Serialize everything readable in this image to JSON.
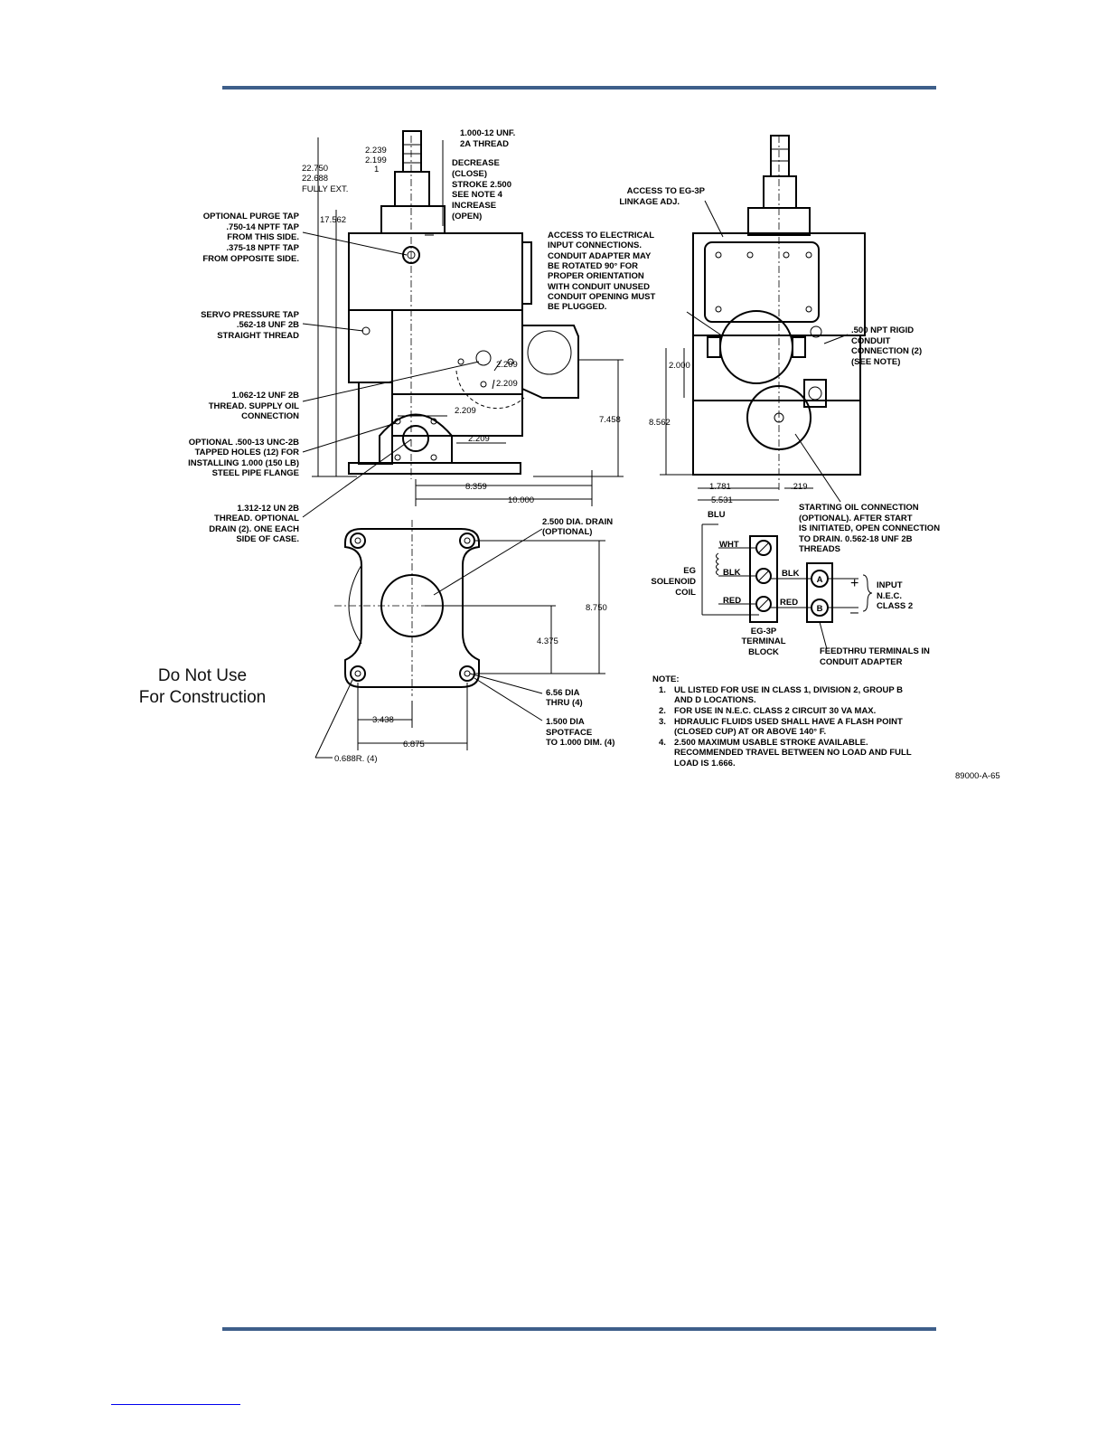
{
  "watermark": [
    "Do Not Use",
    "For Construction"
  ],
  "figure_id": "89000-A-65",
  "side_view": {
    "callouts": {
      "top_thread": [
        "1.000-12 UNF.",
        "2A THREAD"
      ],
      "direction": [
        "DECREASE",
        "(CLOSE)",
        "STROKE 2.500",
        "SEE NOTE 4",
        "INCREASE",
        "(OPEN)"
      ],
      "purge_tap": [
        "OPTIONAL PURGE TAP",
        ".750-14 NPTF TAP",
        "FROM THIS SIDE.",
        ".375-18 NPTF TAP",
        "FROM OPPOSITE SIDE."
      ],
      "servo_tap": [
        "SERVO PRESSURE TAP",
        ".562-18 UNF 2B",
        "STRAIGHT THREAD"
      ],
      "supply_oil": [
        "1.062-12 UNF 2B",
        "THREAD. SUPPLY OIL",
        "CONNECTION"
      ],
      "tapped_holes": [
        "OPTIONAL .500-13 UNC-2B",
        "TAPPED HOLES (12) FOR",
        "INSTALLING 1.000 (150 LB)",
        "STEEL PIPE FLANGE"
      ],
      "drain_thread": [
        "1.312-12 UN 2B",
        "THREAD. OPTIONAL",
        "DRAIN (2). ONE EACH",
        "SIDE OF CASE."
      ]
    },
    "dims": {
      "d_2239": "2.239",
      "d_2199": "2.199",
      "d_1": "1",
      "d_22750": "22.750",
      "d_22688": "22.688",
      "fully_ext": "FULLY EXT.",
      "d_17562": "17.562",
      "d_2209a": "2.209",
      "d_2209b": "2.209",
      "d_2209c": "2.209",
      "d_2209d": "2.209",
      "d_7458": "7.458",
      "d_8359": "8.359",
      "d_10000": "10.000"
    }
  },
  "front_view": {
    "callouts": {
      "linkage": [
        "ACCESS TO EG-3P",
        "LINKAGE ADJ."
      ],
      "electrical": [
        "ACCESS TO ELECTRICAL",
        "INPUT CONNECTIONS.",
        "CONDUIT ADAPTER MAY",
        "BE ROTATED 90° FOR",
        "PROPER ORIENTATION",
        "WITH CONDUIT UNUSED",
        "CONDUIT OPENING MUST",
        "BE PLUGGED."
      ],
      "conduit": [
        ".500 NPT RIGID",
        "CONDUIT",
        "CONNECTION (2)",
        "(SEE NOTE)"
      ],
      "starting_oil": [
        "STARTING OIL CONNECTION",
        "(OPTIONAL). AFTER START",
        "IS INITIATED, OPEN CONNECTION",
        "TO DRAIN. 0.562-18 UNF 2B",
        "THREADS"
      ]
    },
    "dims": {
      "d_2000": "2.000",
      "d_8562": "8.562",
      "d_1781": "1.781",
      "d_219": ".219",
      "d_5531": "5.531"
    }
  },
  "base_view": {
    "callouts": {
      "drain": [
        "2.500 DIA. DRAIN",
        "(OPTIONAL)"
      ],
      "holes": [
        "6.56 DIA",
        "THRU (4)"
      ],
      "spotface": [
        "1.500 DIA",
        "SPOTFACE",
        "TO 1.000 DIM. (4)"
      ],
      "radius": "0.688R. (4)"
    },
    "dims": {
      "d_8750": "8.750",
      "d_4375": "4.375",
      "d_3438": "3.438",
      "d_6875": "6.875"
    }
  },
  "wiring": {
    "blu": "BLU",
    "wht": "WHT",
    "blk_in": "BLK",
    "blk_out": "BLK",
    "red_in": "RED",
    "red_out": "RED",
    "coil": [
      "EG",
      "SOLENOID",
      "COIL"
    ],
    "terminal_block": [
      "EG-3P",
      "TERMINAL",
      "BLOCK"
    ],
    "term_a": "A",
    "term_b": "B",
    "plus": "+",
    "minus": "–",
    "input": [
      "INPUT",
      "N.E.C.",
      "CLASS 2"
    ],
    "feedthru": [
      "FEEDTHRU TERMINALS IN",
      "CONDUIT ADAPTER"
    ]
  },
  "notes": {
    "title": "NOTE:",
    "items": [
      [
        "1.",
        "UL LISTED FOR USE IN CLASS 1, DIVISION 2, GROUP B",
        "AND D LOCATIONS."
      ],
      [
        "2.",
        "FOR USE IN N.E.C. CLASS 2 CIRCUIT 30 VA MAX."
      ],
      [
        "3.",
        "HDRAULIC FLUIDS USED SHALL HAVE A FLASH POINT",
        "(CLOSED CUP) AT OR ABOVE 140° F."
      ],
      [
        "4.",
        "2.500 MAXIMUM USABLE STROKE AVAILABLE.",
        "RECOMMENDED TRAVEL BETWEEN NO LOAD AND FULL",
        "LOAD IS 1.666."
      ]
    ]
  }
}
